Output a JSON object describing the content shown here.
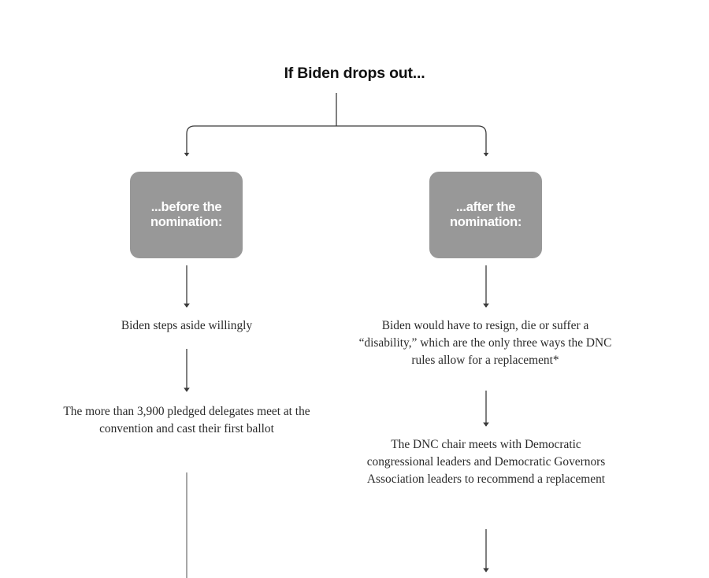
{
  "title": "If Biden drops out...",
  "theme": {
    "background": "#ffffff",
    "box_fill": "#989898",
    "box_text": "#ffffff",
    "body_text": "#2b2b2b",
    "title_text": "#111111",
    "connector": "#4a4a4a"
  },
  "branches": {
    "left": {
      "box_label": "...before the nomination:",
      "steps": [
        "Biden steps aside willingly",
        "The more than 3,900 pledged delegates meet at the convention and cast their first ballot"
      ]
    },
    "right": {
      "box_label": "...after the nomination:",
      "steps": [
        "Biden would have to resign, die or suffer a “disability,” which are the only three ways the DNC rules allow for a replacement*",
        "The DNC chair meets with Democratic congressional leaders and Democratic Governors Association leaders to recommend a replacement"
      ]
    }
  }
}
